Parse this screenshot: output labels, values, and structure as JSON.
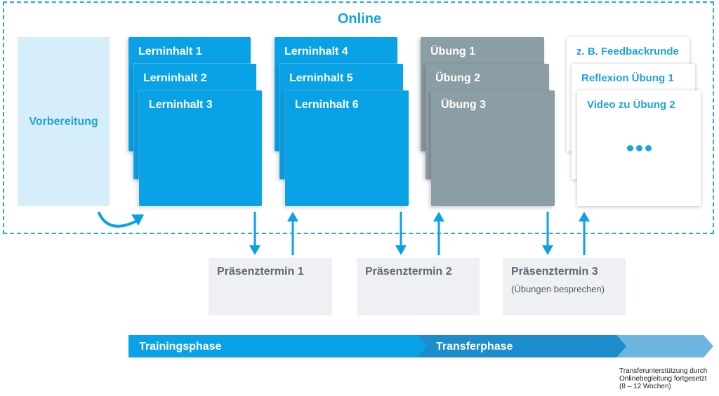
{
  "online_label": "Online",
  "preparation": "Vorbereitung",
  "learning_stack_1": [
    "Lerninhalt 1",
    "Lerninhalt 2",
    "Lerninhalt 3"
  ],
  "learning_stack_2": [
    "Lerninhalt 4",
    "Lerninhalt 5",
    "Lerninhalt 6"
  ],
  "exercise_stack": [
    "Übung 1",
    "Übung 2",
    "Übung 3"
  ],
  "followup_stack": [
    "z. B. Feedbackrunde",
    "Reflexion Übung 1",
    "Video zu Übung 2"
  ],
  "meetings": [
    {
      "label": "Präsenztermin 1",
      "sub": ""
    },
    {
      "label": "Präsenztermin 2",
      "sub": ""
    },
    {
      "label": "Präsenztermin 3",
      "sub": "(Übungen besprechen)"
    }
  ],
  "phases": {
    "training": "Trainingsphase",
    "transfer": "Transferphase"
  },
  "transfer_note": [
    "Transferunterstützung durch",
    "Onlinebegleitung fortgesetzt",
    "(8 – 12 Wochen)"
  ],
  "colors": {
    "accent_blue": "#0aa2e6",
    "exercise_grey": "#8b9ea5",
    "preparation_bg": "#d6eefa",
    "meeting_bg": "#eff0f4",
    "training_bar": "#0aa2e6",
    "transfer_bar": "#1b8ccc",
    "continuation_bar": "#6cb6df"
  }
}
